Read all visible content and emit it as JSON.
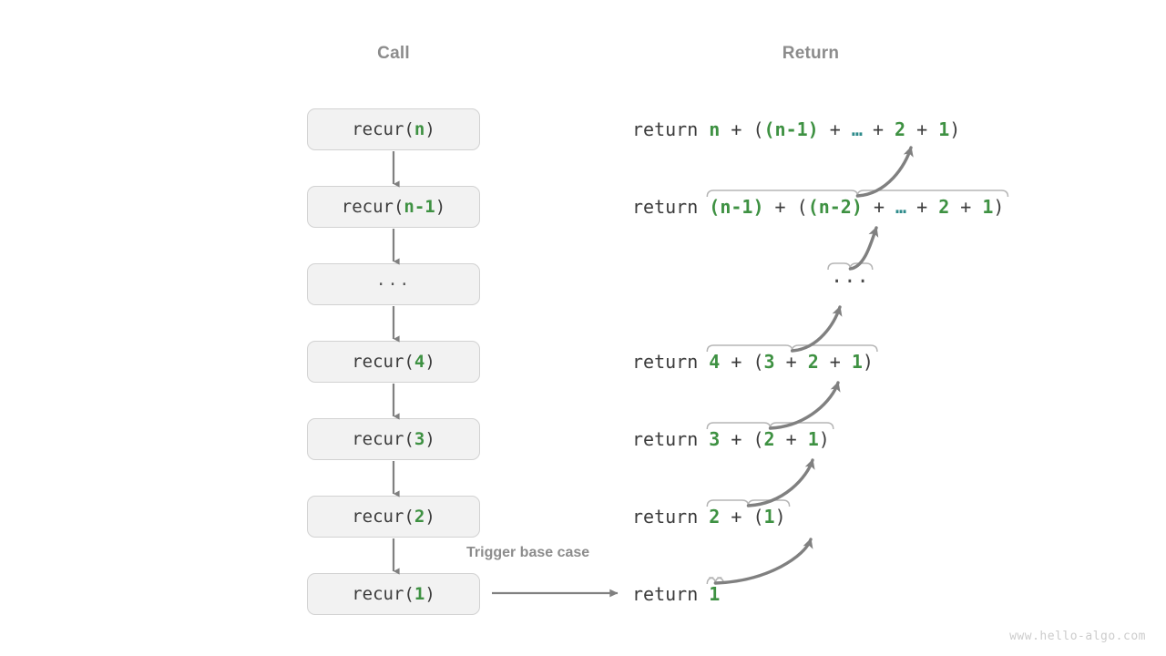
{
  "page": {
    "background": "#ffffff",
    "watermark": "www.hello-algo.com",
    "accent_green": "#3e9142",
    "accent_teal": "#2e8b8b",
    "text_gray": "#3c3c3c",
    "muted_gray": "#8c8c8c",
    "box_fill": "#f2f2f2",
    "box_border": "#d2d2d2",
    "arrow_gray": "#808080",
    "brace_gray": "#b5b5b5"
  },
  "headers": {
    "call": "Call",
    "return": "Return"
  },
  "annotations": {
    "trigger_base_case": "Trigger base case"
  },
  "call_stack": [
    {
      "label_prefix": "recur(",
      "arg": "n",
      "label_suffix": ")",
      "is_ellipsis": false
    },
    {
      "label_prefix": "recur(",
      "arg": "n-1",
      "label_suffix": ")",
      "is_ellipsis": false
    },
    {
      "label_prefix": "",
      "arg": "···",
      "label_suffix": "",
      "is_ellipsis": true
    },
    {
      "label_prefix": "recur(",
      "arg": "4",
      "label_suffix": ")",
      "is_ellipsis": false
    },
    {
      "label_prefix": "recur(",
      "arg": "3",
      "label_suffix": ")",
      "is_ellipsis": false
    },
    {
      "label_prefix": "recur(",
      "arg": "2",
      "label_suffix": ")",
      "is_ellipsis": false
    },
    {
      "label_prefix": "recur(",
      "arg": "1",
      "label_suffix": ")",
      "is_ellipsis": false
    }
  ],
  "returns": [
    {
      "keyword": "return ",
      "text": "n + ((n-1) + … + 2 + 1)",
      "tokens": [
        {
          "t": "n",
          "c": "g"
        },
        {
          "t": " + (",
          "c": "p"
        },
        {
          "t": "(n-1)",
          "c": "g"
        },
        {
          "t": " + ",
          "c": "p"
        },
        {
          "t": "…",
          "c": "t"
        },
        {
          "t": " + ",
          "c": "p"
        },
        {
          "t": "2",
          "c": "g"
        },
        {
          "t": " + ",
          "c": "p"
        },
        {
          "t": "1",
          "c": "g"
        },
        {
          "t": ")",
          "c": "p"
        }
      ]
    },
    {
      "keyword": "return ",
      "text": "(n-1) + ((n-2) + … + 2 + 1)",
      "tokens": [
        {
          "t": "(n-1)",
          "c": "g"
        },
        {
          "t": " + (",
          "c": "p"
        },
        {
          "t": "(n-2)",
          "c": "g"
        },
        {
          "t": " + ",
          "c": "p"
        },
        {
          "t": "…",
          "c": "t"
        },
        {
          "t": " + ",
          "c": "p"
        },
        {
          "t": "2",
          "c": "g"
        },
        {
          "t": " + ",
          "c": "p"
        },
        {
          "t": "1",
          "c": "g"
        },
        {
          "t": ")",
          "c": "p"
        }
      ]
    },
    {
      "keyword": "return ",
      "text": "4 + (3 + 2 + 1)",
      "tokens": [
        {
          "t": "4",
          "c": "g"
        },
        {
          "t": " + (",
          "c": "p"
        },
        {
          "t": "3",
          "c": "g"
        },
        {
          "t": " + ",
          "c": "p"
        },
        {
          "t": "2",
          "c": "g"
        },
        {
          "t": " + ",
          "c": "p"
        },
        {
          "t": "1",
          "c": "g"
        },
        {
          "t": ")",
          "c": "p"
        }
      ]
    },
    {
      "keyword": "return ",
      "text": "3 + (2 + 1)",
      "tokens": [
        {
          "t": "3",
          "c": "g"
        },
        {
          "t": " + (",
          "c": "p"
        },
        {
          "t": "2",
          "c": "g"
        },
        {
          "t": " + ",
          "c": "p"
        },
        {
          "t": "1",
          "c": "g"
        },
        {
          "t": ")",
          "c": "p"
        }
      ]
    },
    {
      "keyword": "return ",
      "text": "2 + (1)",
      "tokens": [
        {
          "t": "2",
          "c": "g"
        },
        {
          "t": " + (",
          "c": "p"
        },
        {
          "t": "1",
          "c": "g"
        },
        {
          "t": ")",
          "c": "p"
        }
      ]
    },
    {
      "keyword": "return ",
      "text": "1",
      "tokens": [
        {
          "t": "1",
          "c": "g"
        }
      ]
    }
  ],
  "return_ellipsis": "···"
}
